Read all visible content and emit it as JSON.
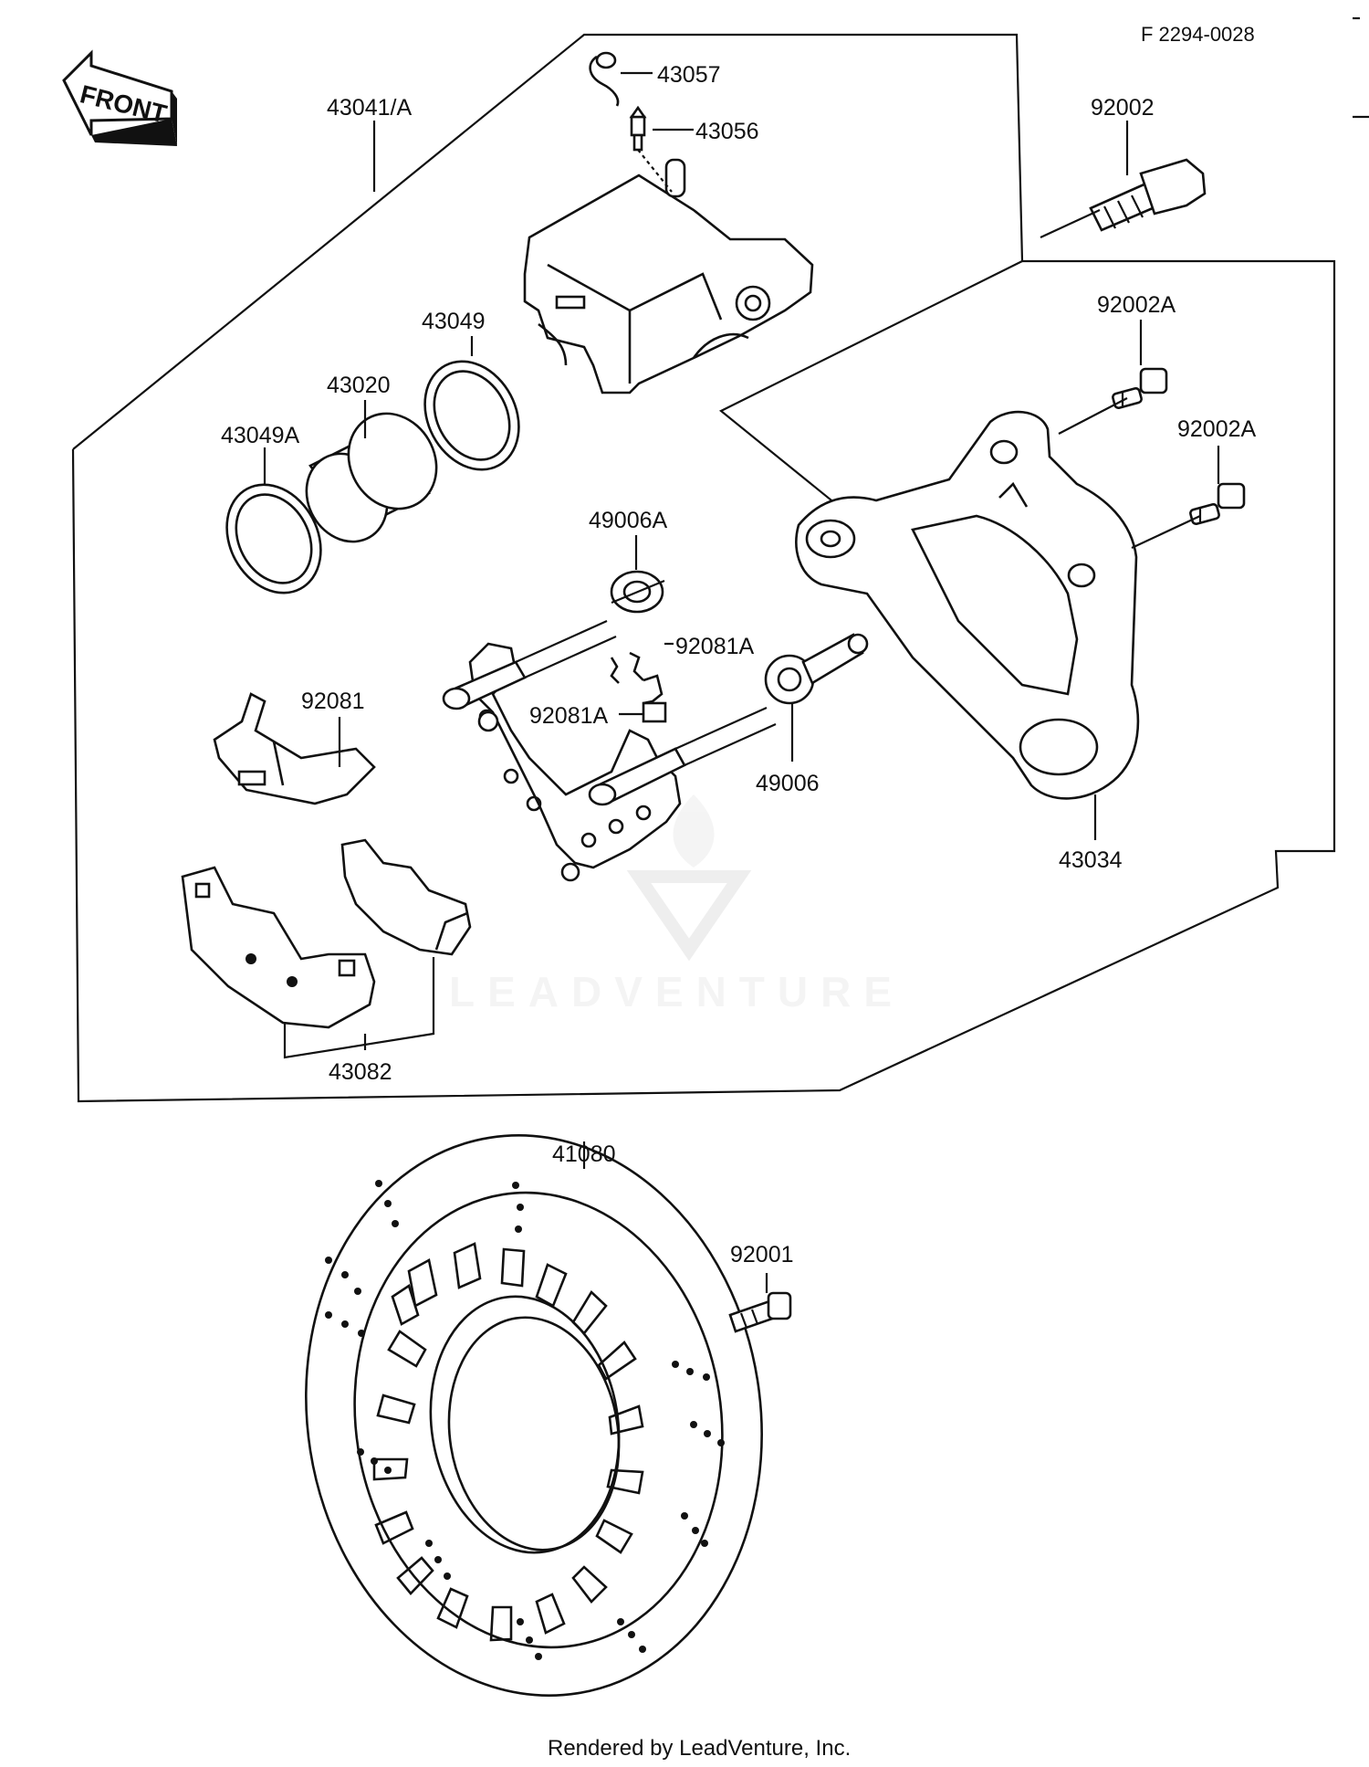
{
  "diagram": {
    "ref_code": "F 2294-0028",
    "front_label": "FRONT",
    "watermark": "LEADVENTURE",
    "footer": "Rendered by LeadVenture, Inc."
  },
  "parts": {
    "p43041A": "43041/A",
    "p43057": "43057",
    "p43056": "43056",
    "p92002": "92002",
    "p92002A_1": "92002A",
    "p92002A_2": "92002A",
    "p43049": "43049",
    "p43020": "43020",
    "p43049A": "43049A",
    "p49006A": "49006A",
    "p92081A_1": "92081A",
    "p92081A_2": "92081A",
    "p92081": "92081",
    "p49006": "49006",
    "p43034": "43034",
    "p43082": "43082",
    "p41080": "41080",
    "p92001": "92001"
  }
}
